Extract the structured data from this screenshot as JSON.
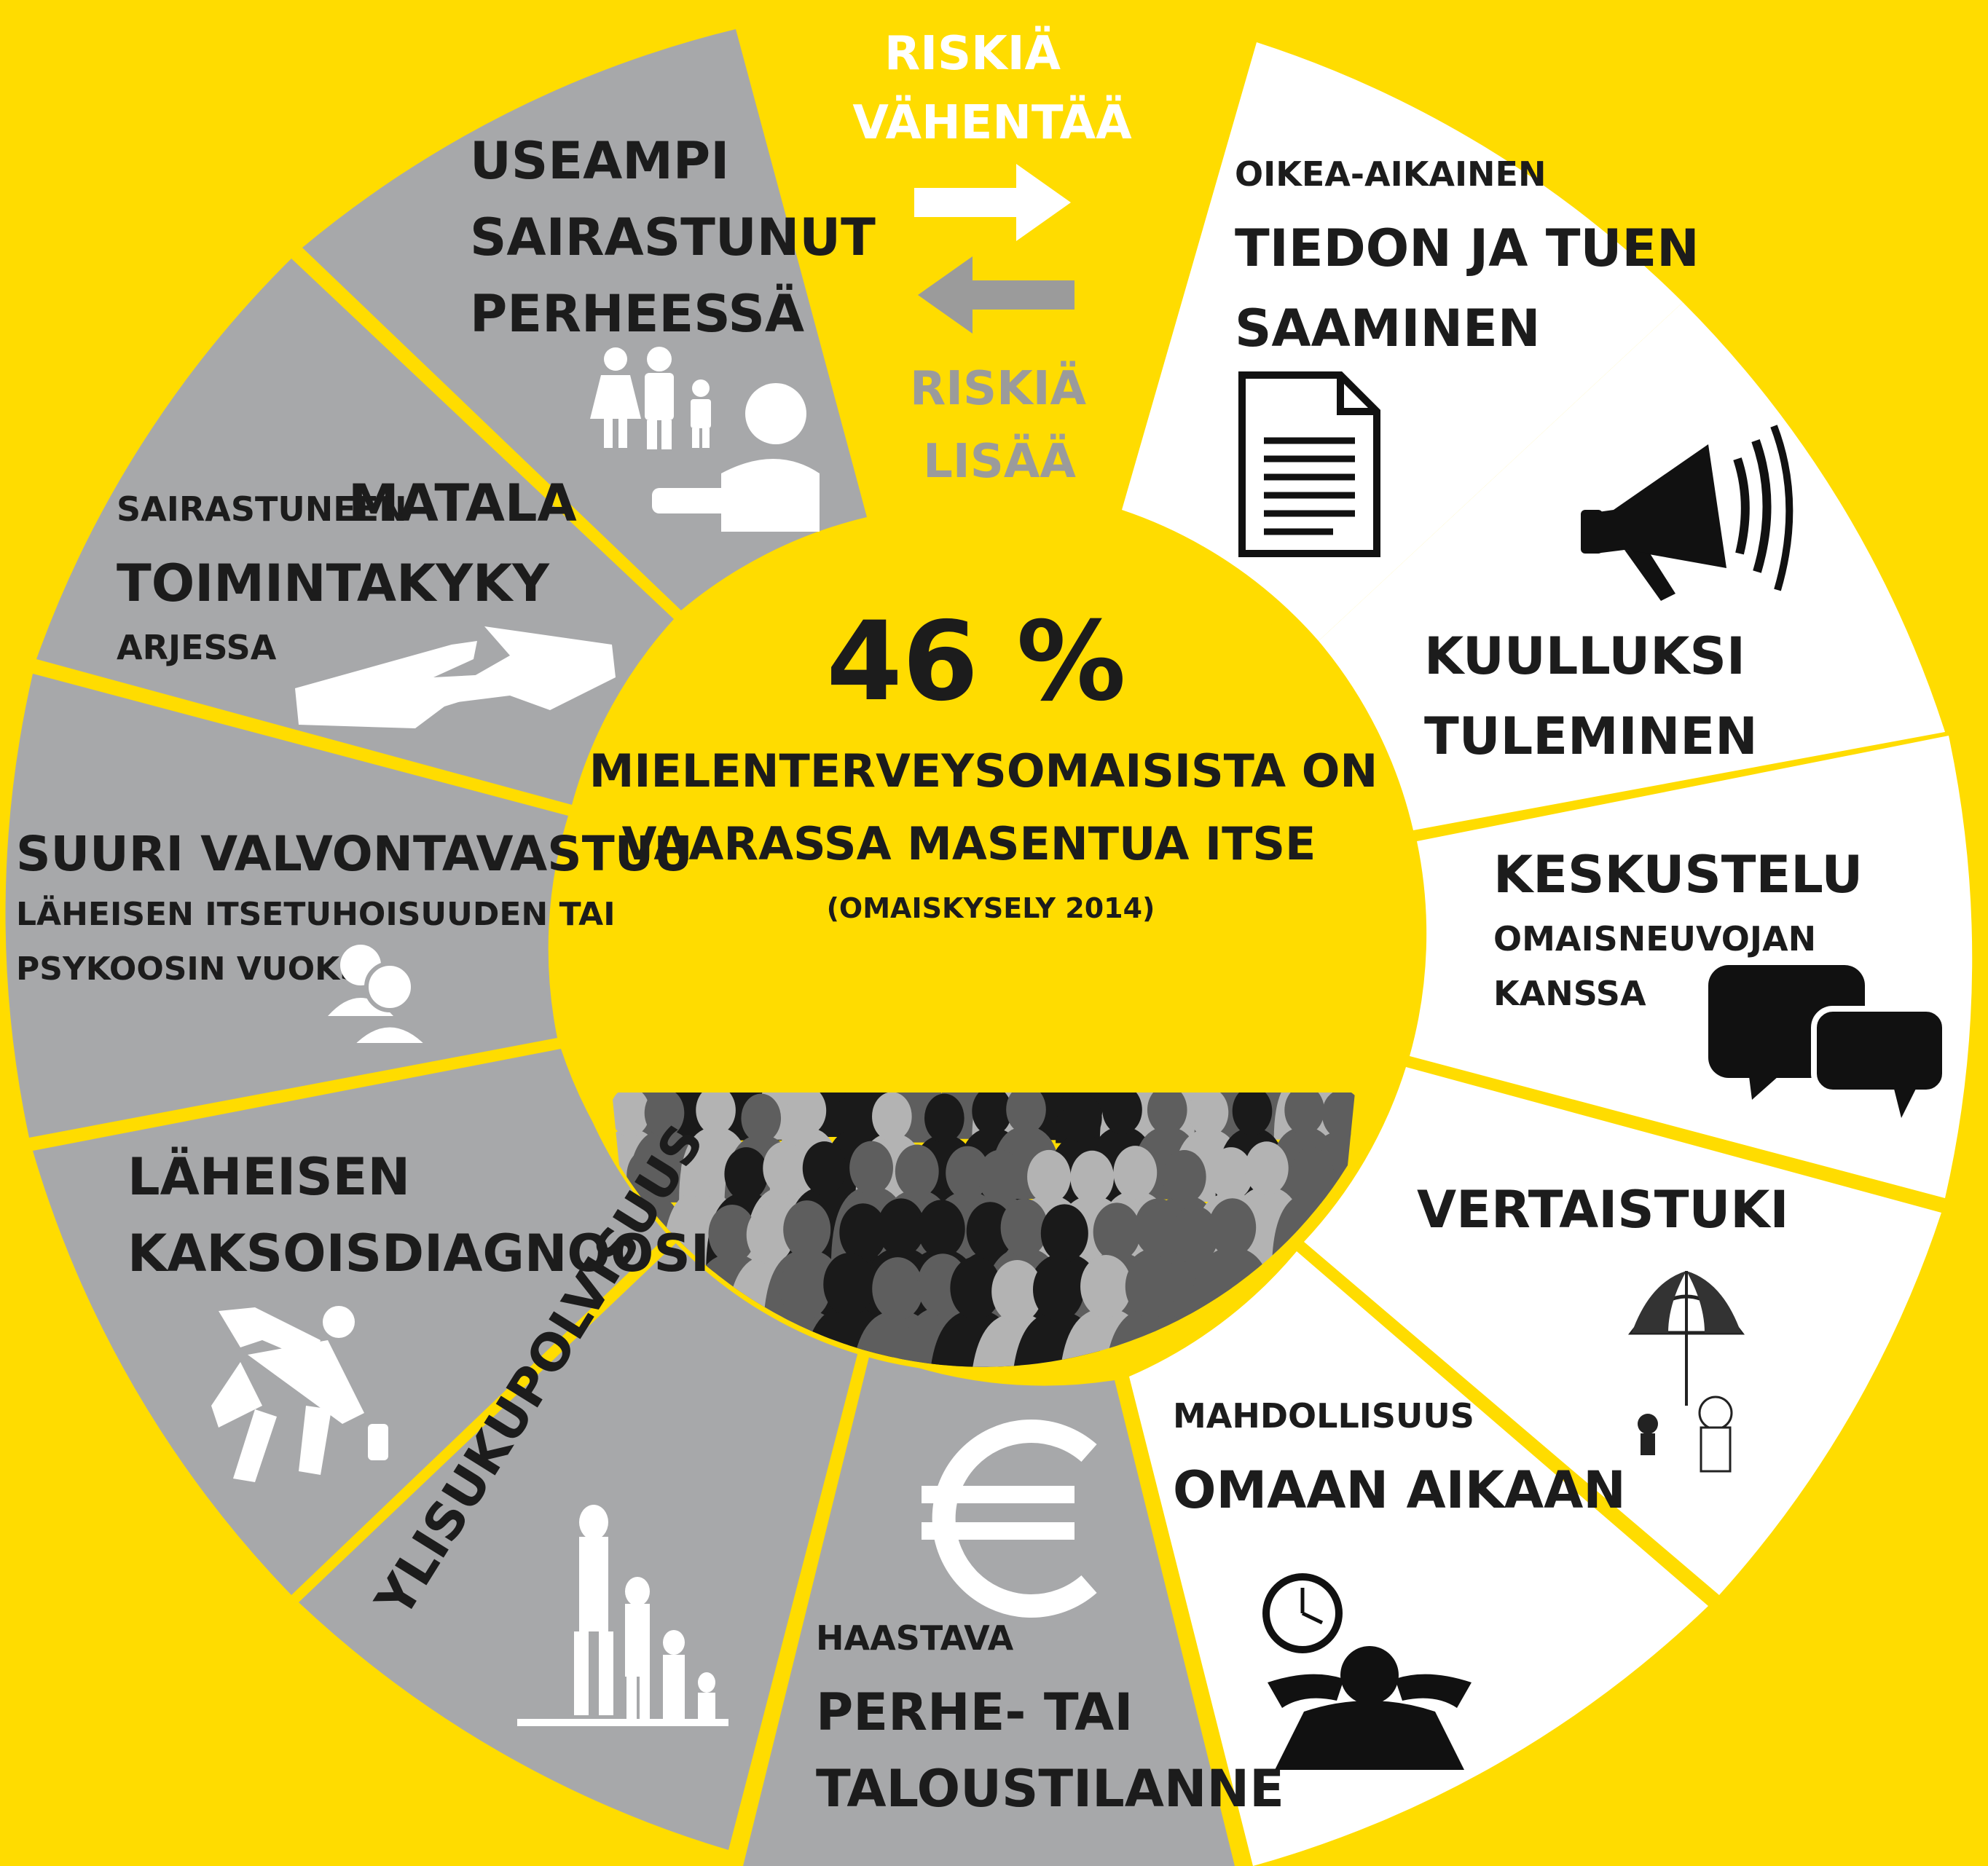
{
  "colors": {
    "background": "#FFDC00",
    "risk_increase_segment": "#A7A8AA",
    "risk_decrease_segment": "#FFFFFF",
    "text_dark": "#1C1C1C",
    "crowd_dark": "#1A1A1A",
    "crowd_mid": "#5E5E5E",
    "crowd_light": "#B3B3B3"
  },
  "legend": {
    "decrease_label_line1": "RISKIÄ",
    "decrease_label_line2": "VÄHENTÄÄ",
    "increase_label_line1": "RISKIÄ",
    "increase_label_line2": "LISÄÄ"
  },
  "center": {
    "stat": "46 %",
    "line1": "MIELENTERVEYSOMAISISTA ON",
    "line2": "VAARASSA MASENTUA ITSE",
    "source": "(OMAISKYSELY 2014)"
  },
  "segments": [
    {
      "id": "tiedon",
      "kind": "decrease",
      "icon": "document-icon",
      "lines": [
        "OIKEA-AIKAINEN",
        "TIEDON JA TUEN",
        "SAAMINEN"
      ]
    },
    {
      "id": "kuulluksi",
      "kind": "decrease",
      "icon": "megaphone-icon",
      "lines": [
        "KUULLUKSI",
        "TULEMINEN"
      ]
    },
    {
      "id": "keskustelu",
      "kind": "decrease",
      "icon": "chat-bubbles-icon",
      "lines": [
        "KESKUSTELU",
        "OMAISNEUVOJAN",
        "KANSSA"
      ]
    },
    {
      "id": "vertaistuki",
      "kind": "decrease",
      "icon": "umbrella-icon",
      "lines": [
        "VERTAISTUKI"
      ]
    },
    {
      "id": "omaan-aikaan",
      "kind": "decrease",
      "icon": "relaxing-clock-icon",
      "lines": [
        "MAHDOLLISUUS",
        "OMAAN AIKAAN"
      ]
    },
    {
      "id": "talous",
      "kind": "increase",
      "icon": "euro-icon",
      "lines": [
        "HAASTAVA",
        "PERHE- TAI",
        "TALOUSTILANNE"
      ]
    },
    {
      "id": "ylisukupolvisuus",
      "kind": "increase",
      "icon": "generations-icon",
      "lines": [
        "YLISUKUPOLVISUUS"
      ]
    },
    {
      "id": "kaksoisdiagnoosi",
      "kind": "increase",
      "icon": "drunk-person-icon",
      "lines": [
        "LÄHEISEN",
        "KAKSOISDIAGNOOSI"
      ]
    },
    {
      "id": "valvontavastuu",
      "kind": "increase",
      "icon": "people-icon",
      "lines": [
        "SUURI VALVONTAVASTUU",
        "LÄHEISEN ITSETUHOISUUDEN TAI",
        "PSYKOOSIN VUOKSI"
      ]
    },
    {
      "id": "toimintakyky",
      "kind": "increase",
      "icon": "helping-hands-icon",
      "lines": [
        "SAIRASTUNEEN",
        "MATALA",
        "TOIMINTAKYKY",
        "ARJESSA"
      ]
    },
    {
      "id": "perheessa",
      "kind": "increase",
      "icon": "family-doctor-icon",
      "lines": [
        "USEAMPI",
        "SAIRASTUNUT",
        "PERHEESSÄ"
      ]
    }
  ]
}
